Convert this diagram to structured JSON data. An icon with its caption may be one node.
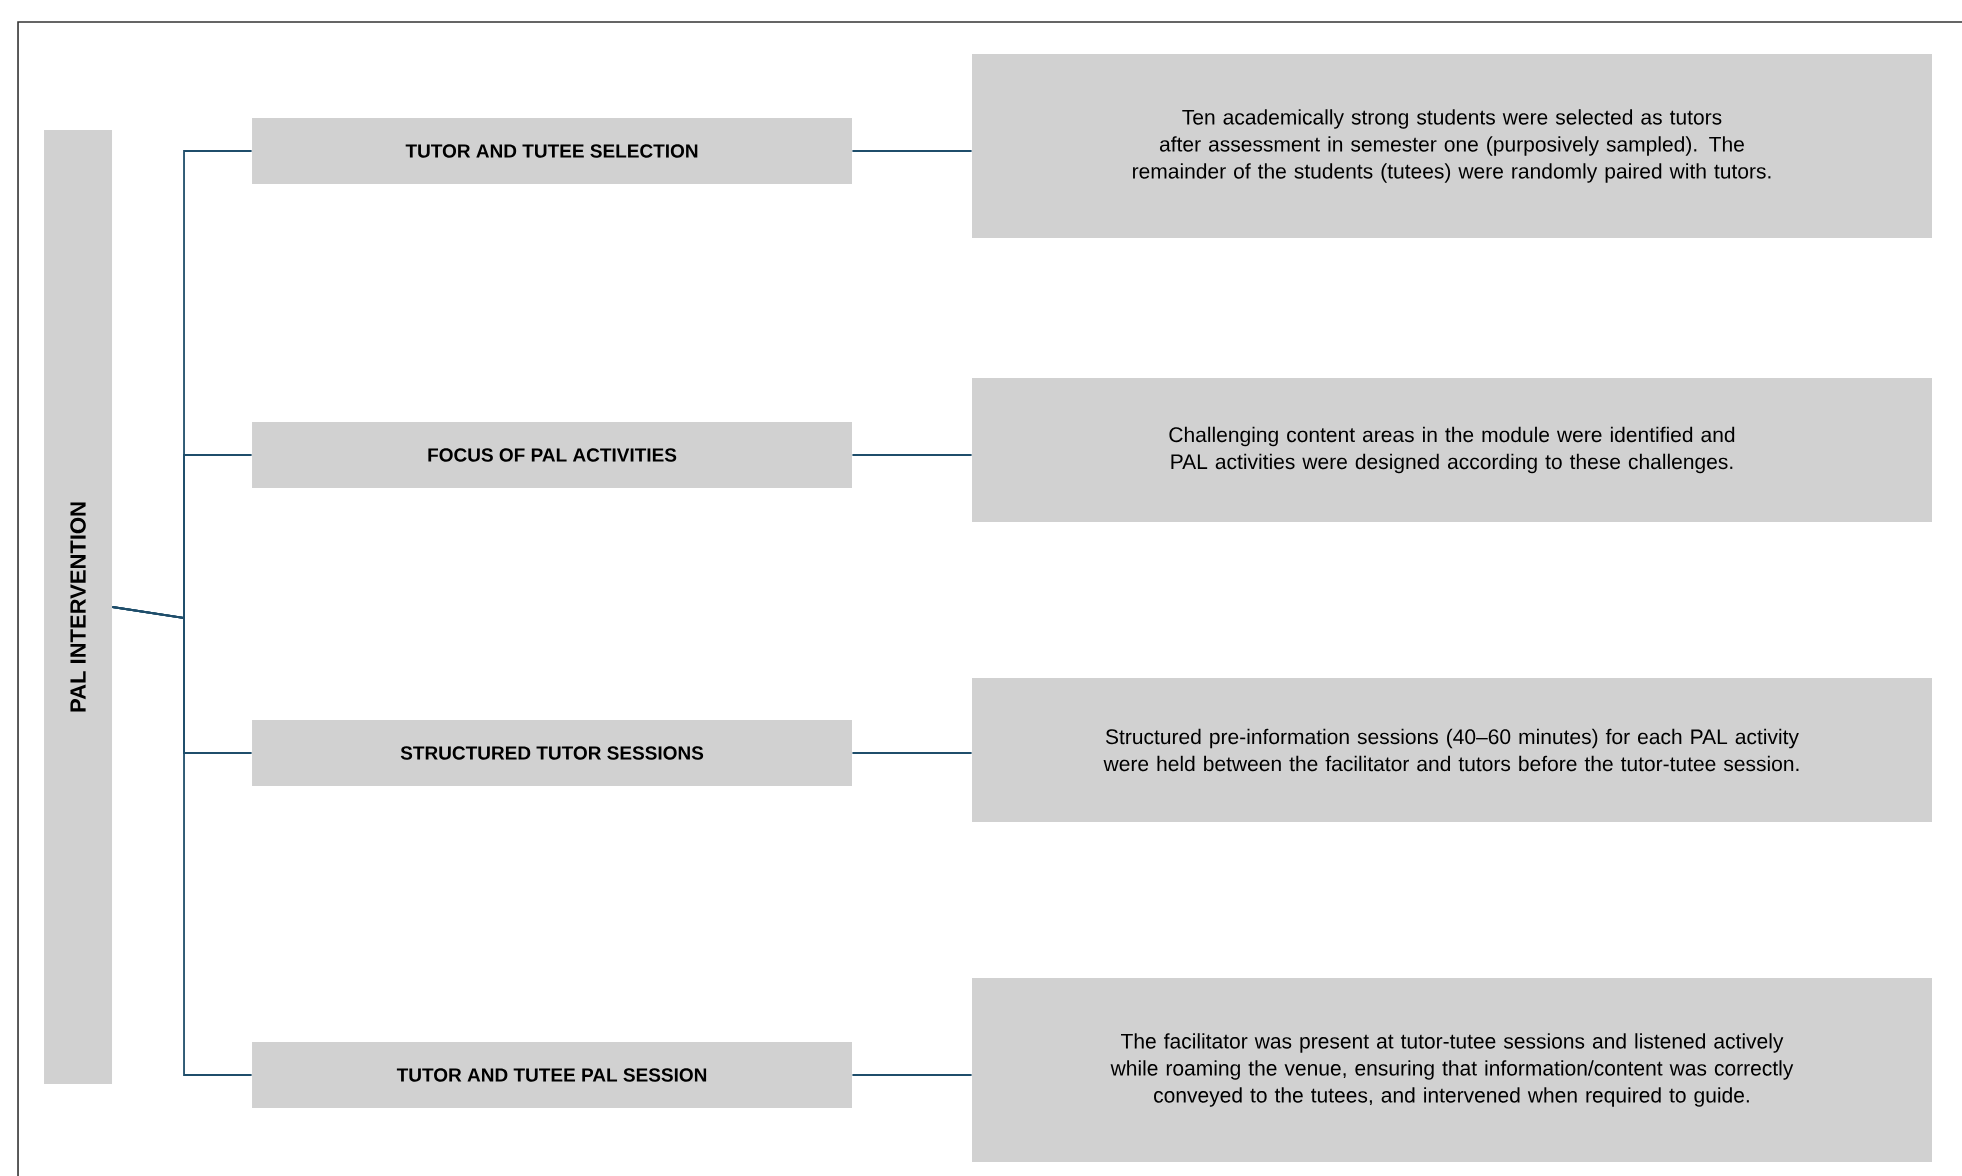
{
  "diagram": {
    "nodes": [
      {
        "text": [
          "PAL INTERVENTION"
        ]
      },
      {
        "text": [
          "TUTOR AND TUTEE SELECTION"
        ]
      },
      {
        "text": [
          "Ten academically strong students were selected as tutors after assessment in semester one (purposively sampled). The remainder of the students (tutees) were randomly paired with tutors."
        ]
      },
      {
        "text": [
          "FOCUS OF PAL ACTIVITIES"
        ]
      },
      {
        "text": [
          "Challenging content areas in the module were identified and PAL activities were designed according to these challenges."
        ]
      },
      {
        "text": [
          "STRUCTURED TUTOR SESSIONS"
        ]
      },
      {
        "text": [
          "Structured pre-information sessions (40–60 minutes) for each PAL activity were held between the facilitator and tutors before the tutor-tutee session."
        ]
      },
      {
        "text": [
          "TUTOR AND TUTEE PAL SESSION"
        ]
      },
      {
        "text": [
          "The facilitator was present at tutor-tutee sessions and listened actively while roaming the venue, ensuring that information/content was correctly conveyed to the tutees, and intervened when required to guide."
        ]
      }
    ],
    "edges": [
      {
        "from": 0,
        "to": 1,
        "arrow": "none"
      },
      {
        "from": 0,
        "to": 3,
        "arrow": "none"
      },
      {
        "from": 0,
        "to": 5,
        "arrow": "none"
      },
      {
        "from": 0,
        "to": 7,
        "arrow": "none"
      },
      {
        "from": 1,
        "to": 2,
        "arrow": "none"
      },
      {
        "from": 3,
        "to": 4,
        "arrow": "none"
      },
      {
        "from": 5,
        "to": 6,
        "arrow": "none"
      },
      {
        "from": 7,
        "to": 8,
        "arrow": "none"
      }
    ]
  }
}
